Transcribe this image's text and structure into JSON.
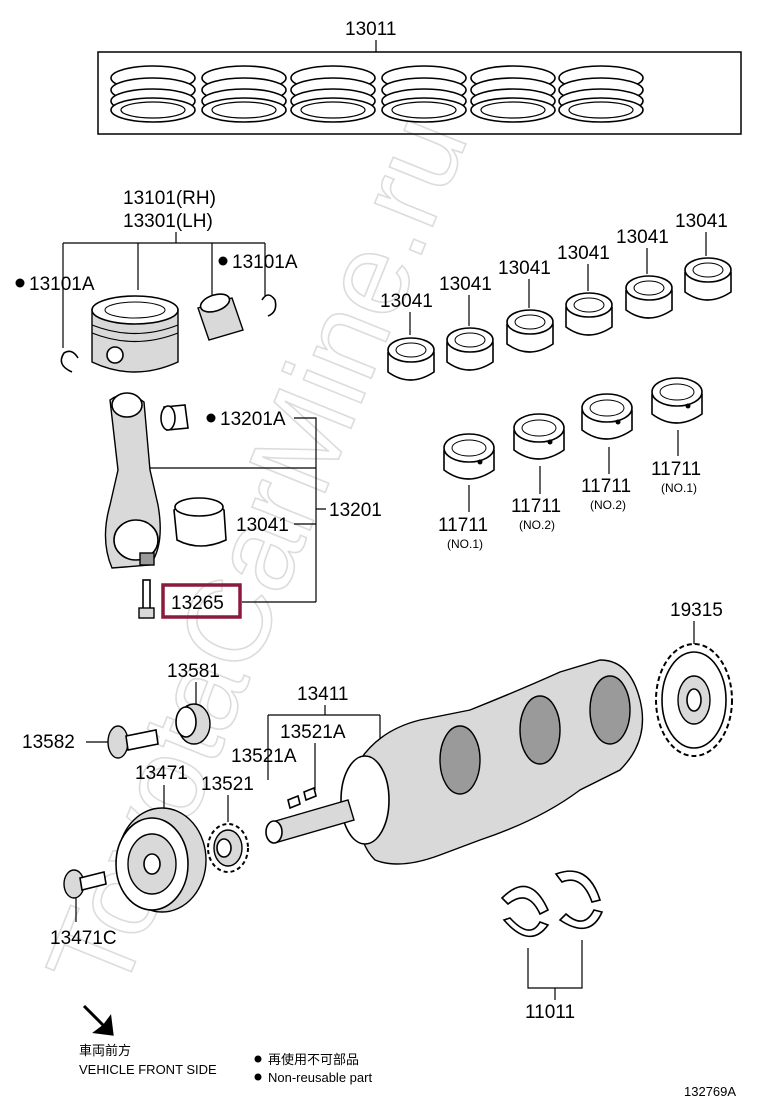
{
  "watermark": "ToyotaCarMine.ru",
  "highlight_color": "#8b1a3c",
  "labels": {
    "p13011": "13011",
    "p13101_rh": "13101(RH)",
    "p13301_lh": "13301(LH)",
    "p13101a_left": "13101A",
    "p13101a_right": "13101A",
    "p13201a": "13201A",
    "p13201": "13201",
    "p13041_rod": "13041",
    "p13265": "13265",
    "p13041_b1": "13041",
    "p13041_b2": "13041",
    "p13041_b3": "13041",
    "p13041_b4": "13041",
    "p13041_b5": "13041",
    "p13041_b6": "13041",
    "p11711_a": "11711",
    "p11711_a_note": "(NO.1)",
    "p11711_b": "11711",
    "p11711_b_note": "(NO.2)",
    "p11711_c": "11711",
    "p11711_c_note": "(NO.2)",
    "p11711_d": "11711",
    "p11711_d_note": "(NO.1)",
    "p19315": "19315",
    "p13581": "13581",
    "p13411": "13411",
    "p13582": "13582",
    "p13521a_1": "13521A",
    "p13521a_2": "13521A",
    "p13471": "13471",
    "p13521": "13521",
    "p13471c": "13471C",
    "p11011": "11011",
    "front_jp": "車両前方",
    "front_en": "VEHICLE FRONT SIDE",
    "nonreuse_jp": "再使用不可部品",
    "nonreuse_en": "Non-reusable part",
    "figure_id": "132769A"
  }
}
